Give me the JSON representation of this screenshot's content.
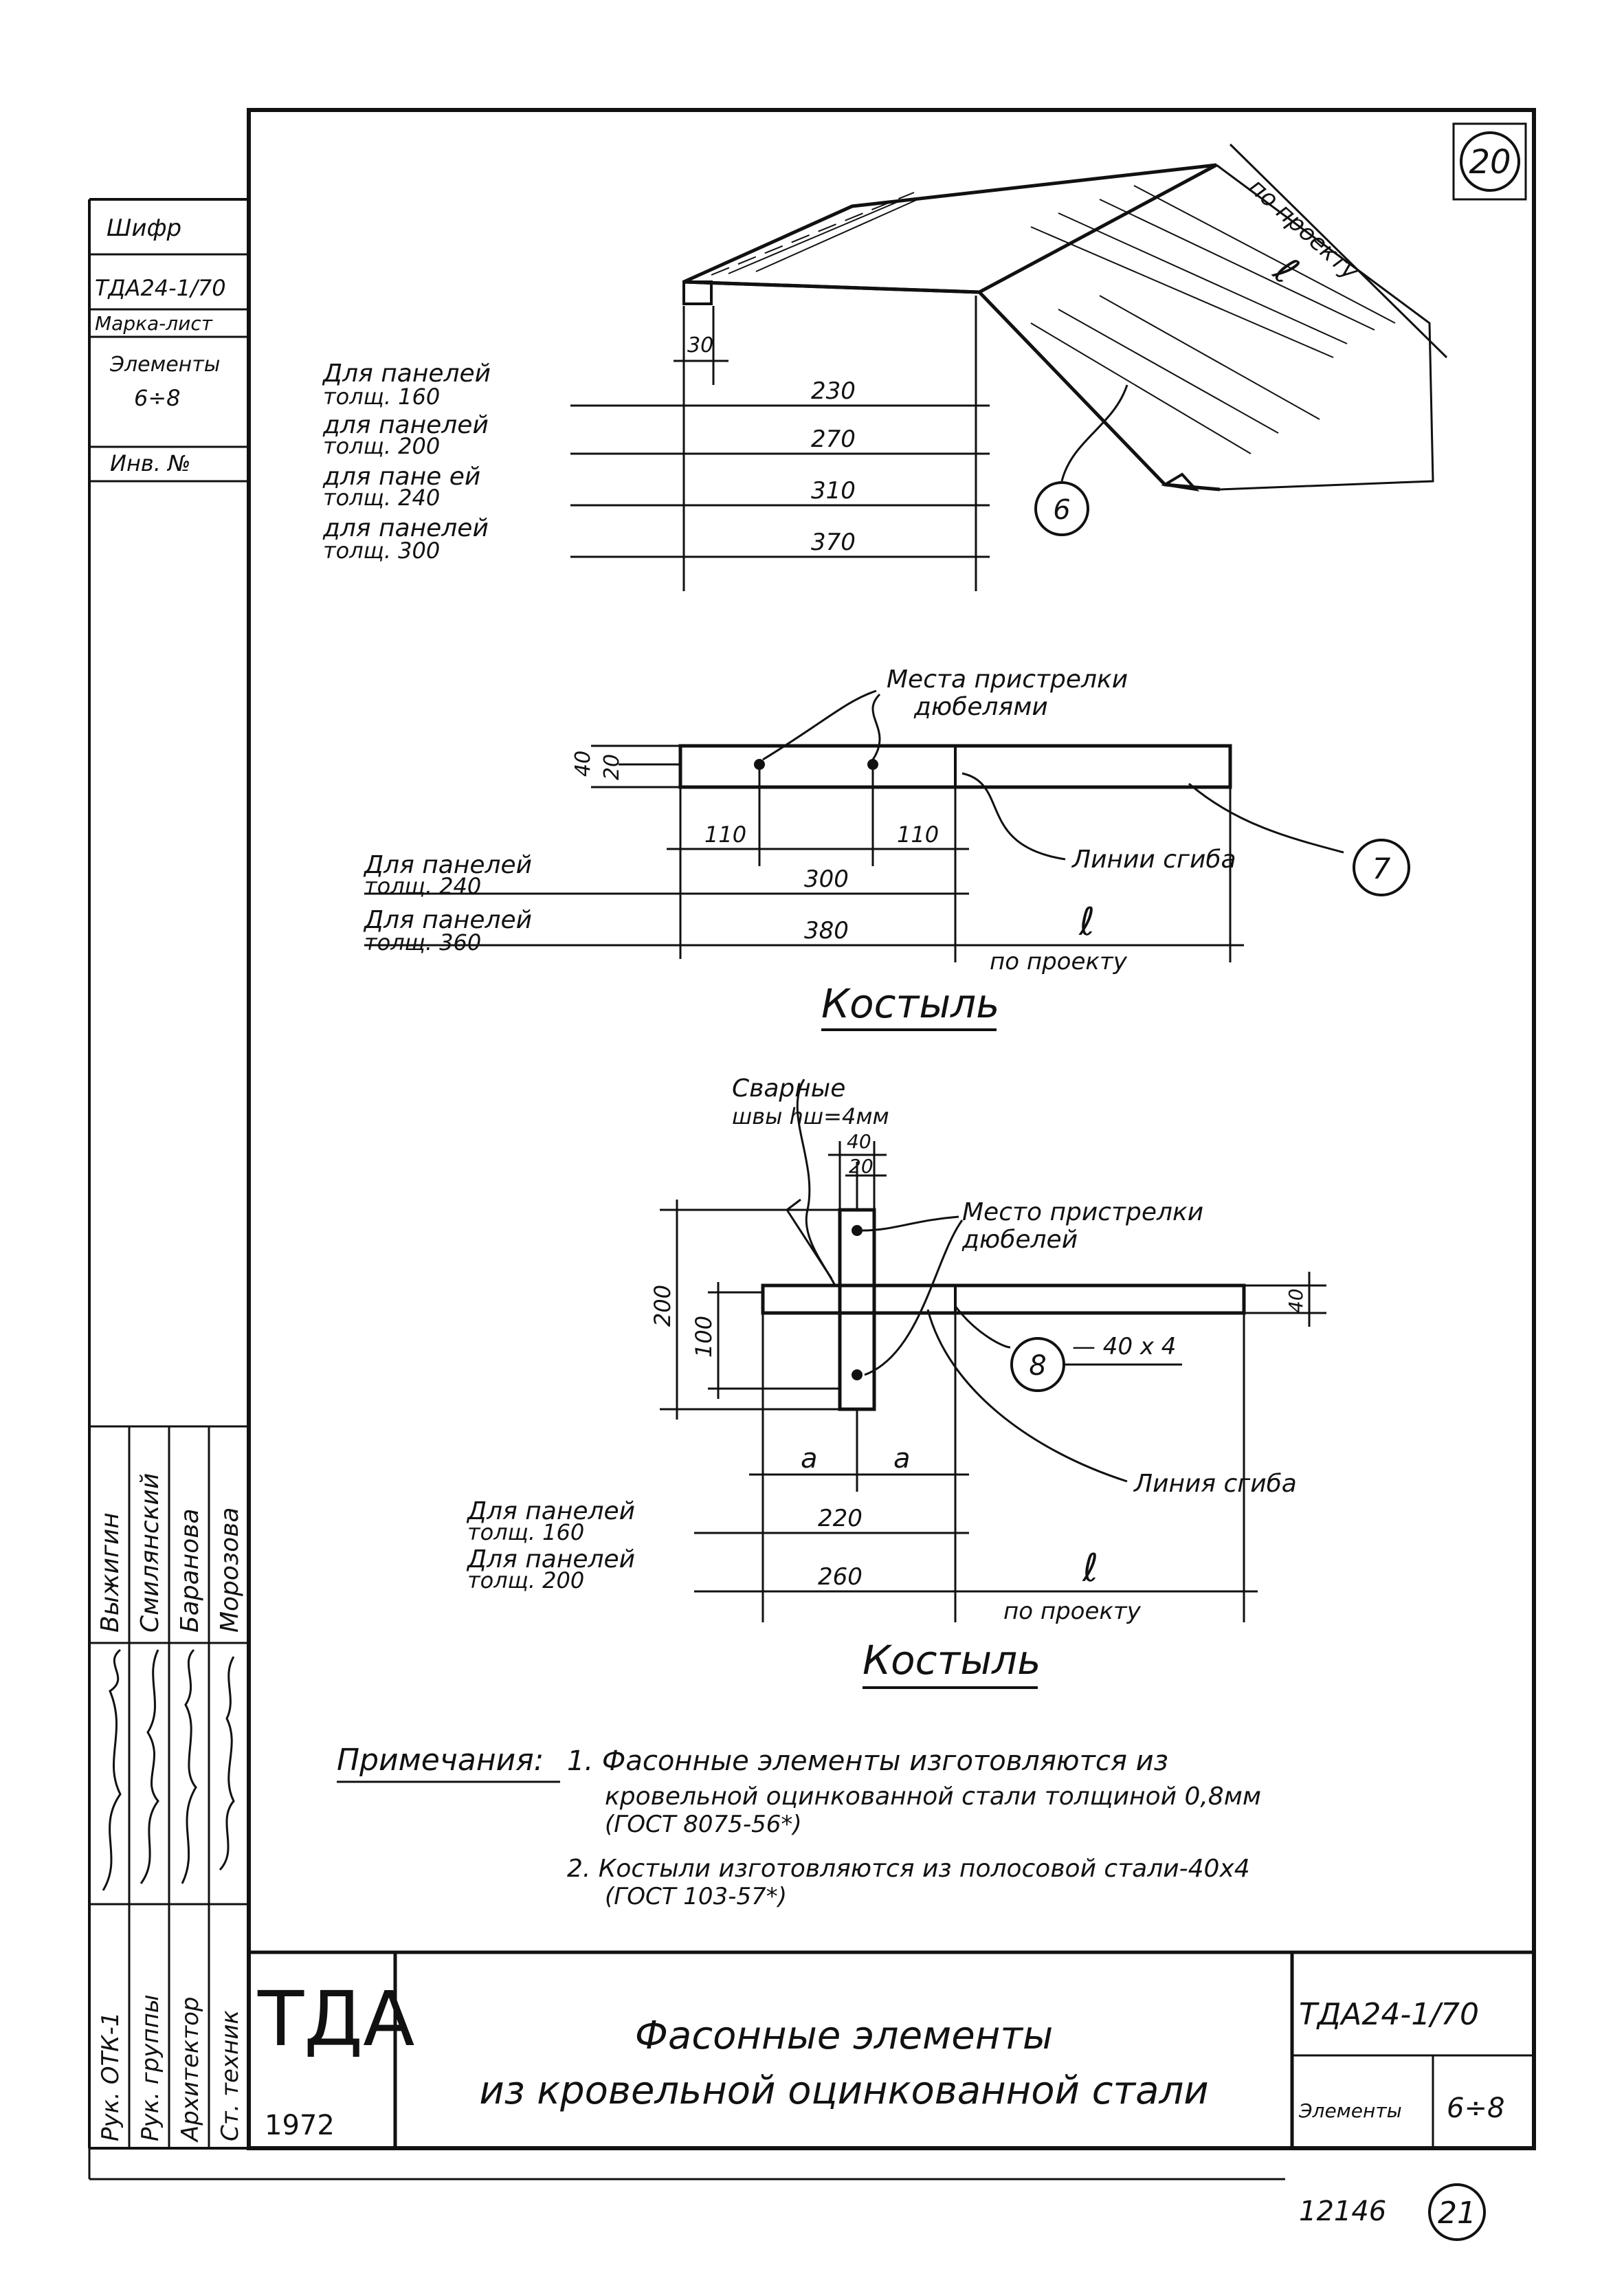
{
  "sheet_number_top": "20",
  "sheet_number_bottom": "21",
  "archive_number": "12146",
  "left_stamp": {
    "shifr_label": "Шифр",
    "shifr_value": "ТДА24-1/70",
    "marka_label": "Марка-лист",
    "elements_label": "Элементы",
    "elements_value": "6÷8",
    "inv_label": "Инв. №"
  },
  "signatures": {
    "roles": [
      "Рук. ОТК-1",
      "Рук. группы",
      "Архитектор",
      "Ст. техник"
    ],
    "names": [
      "Выжигин",
      "Смилянский",
      "Баранова",
      "Морозова"
    ]
  },
  "part6": {
    "callout": "6",
    "length_label": "ℓ",
    "length_note": "по проекту",
    "flange": "30",
    "rows": [
      {
        "label1": "Для панелей",
        "label2": "толщ. 160",
        "value": "230"
      },
      {
        "label1": "для панелей",
        "label2": "толщ. 200",
        "value": "270"
      },
      {
        "label1": "для пане ей",
        "label2": "толщ. 240",
        "value": "310"
      },
      {
        "label1": "для панелей",
        "label2": "толщ. 300",
        "value": "370"
      }
    ]
  },
  "part7": {
    "callout": "7",
    "shot_places_1": "Места пристрелки",
    "shot_places_2": "дюбелями",
    "fold_line": "Линии сгиба",
    "dim_40": "40",
    "dim_20": "20",
    "dim_110_a": "110",
    "dim_110_b": "110",
    "length_label": "ℓ",
    "length_note": "по проекту",
    "title": "Костыль",
    "rows": [
      {
        "label1": "Для панелей",
        "label2": "толщ. 240",
        "value": "300"
      },
      {
        "label1": "Для панелей",
        "label2": "толщ. 360",
        "value": "380"
      }
    ]
  },
  "part8": {
    "callout": "8",
    "welds_1": "Сварные",
    "welds_2": "швы hш=4мм",
    "shot_place_1": "Место пристрелки",
    "shot_place_2": "дюбелей",
    "dim_40_top": "40",
    "dim_20_top": "20",
    "dim_200": "200",
    "dim_100": "100",
    "dim_40_right": "40",
    "strip": "— 40 x 4",
    "fold_line": "Линия сгиба",
    "dim_a1": "a",
    "dim_a2": "a",
    "length_label": "ℓ",
    "length_note": "по проекту",
    "title": "Костыль",
    "rows": [
      {
        "label1": "Для панелей",
        "label2": "толщ. 160",
        "value": "220"
      },
      {
        "label1": "Для панелей",
        "label2": "толщ. 200",
        "value": "260"
      }
    ]
  },
  "notes": {
    "label": "Примечания:",
    "n1_line1": "1. Фасонные элементы изготовляются из",
    "n1_line2": "кровельной оцинкованной стали толщиной 0,8мм",
    "n1_line3": "(ГОСТ 8075-56*)",
    "n2_line1": "2. Костыли изготовляются из полосовой стали-40x4",
    "n2_line2": "(ГОСТ 103-57*)"
  },
  "title_block": {
    "org": "ТДА",
    "year": "1972",
    "title_line1": "Фасонные элементы",
    "title_line2": "из кровельной оцинкованной стали",
    "code": "ТДА24-1/70",
    "elements_label": "Элементы",
    "elements_value": "6÷8"
  }
}
